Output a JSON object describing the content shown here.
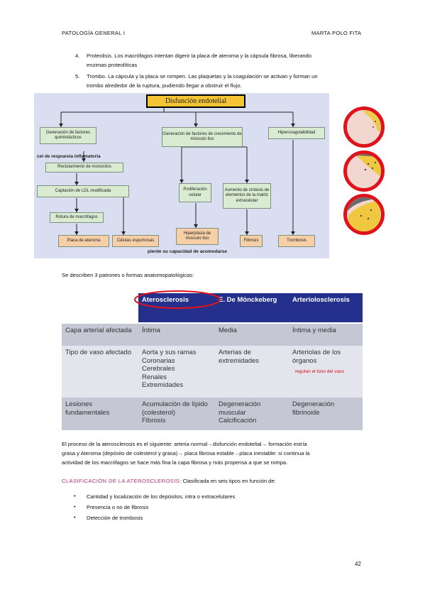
{
  "header": {
    "left": "PATOLOGÍA GENERAL I",
    "right": "MARTA POLO FITA"
  },
  "list": [
    {
      "num": "4.",
      "line1": "Proteolisis. Los macrófagos intentan digerir la placa de ateroma y la cápsula fibrosa, liberando",
      "line2": "enzimas proteolíticas"
    },
    {
      "num": "5.",
      "line1": "Trombo. La cápsula y la placa se rompen. Las plaquetas y la coagulación se activan y forman un",
      "line2": "trombo alrededor de la ruptura, pudiendo llegar a obstruir el flujo."
    }
  ],
  "flowchart": {
    "title": "Disfunción endotelial",
    "boxes": {
      "gen_quimio": "Generación de factores quimiotácticos",
      "gen_crec": "Generación de factores de crecimiento de músculo liso",
      "hipercoag": "Hipercoagulabilidad",
      "reclut": "Reclutamiento de monocitos",
      "capt_ldl": "Captación de LDL modificada",
      "prolif": "Proliferación celular",
      "aumento": "Aumento de síntesis de elementos de la matriz extracelular",
      "rotura": "Rotura de macrófagos",
      "placa": "Placa de ateroma",
      "celulas": "Células espumosas",
      "hiperplasia": "Hiperplasia de músculo liso",
      "fibrosis": "Fibrosis",
      "trombosis": "Trombosis"
    },
    "note_inflam": "cel de respuesta inflamatoria",
    "note_bottom": "pierde su capacidad de acomodarse"
  },
  "intro_table": "Se describen 3 patrones o formas anatomopatológicas:",
  "table": {
    "headers": [
      "Aterosclerosis",
      "E. De Mönckeberg",
      "Arteriolosclerosis"
    ],
    "rows": [
      {
        "label": "Capa arterial afectada",
        "cells": [
          "Íntima",
          "Media",
          "Íntima y media"
        ]
      },
      {
        "label": "Tipo de vaso afectado",
        "cells": [
          "Aorta y sus ramas\nCoronarias\nCerebrales\nRenales\nExtremidades",
          "Arterias de extremidades",
          "Arteriolas de los órganos"
        ],
        "note": "regulan el tono del vaso"
      },
      {
        "label": "Lesiones fundamentales",
        "cells": [
          "Acumulación de lípido (colesterol)\nFibrosis",
          "Degeneración muscular\nCalcificación",
          "Degeneración fibrinoide"
        ]
      }
    ]
  },
  "paragraph": {
    "line1": "El proceso de la aterosclerosis es el siguiente: arteria normal→disfunción endotelial→ formación estría",
    "line2": "grasa y Ateroma (depósito de colesterol y grasa)→ placa fibrosa estable→placa inestable: si continua la",
    "line3": "actividad de los macrófagos se hace más fina la capa fibrosa y más propensa a que se rompa."
  },
  "classification": {
    "heading": "CLASIFICACIÓN DE LA ATEROSCLEROSIS",
    "rest": ": Clasificada en seis tipos en función de:",
    "items": [
      "Cantidad y localización de los depósitos, intra o extracelulares",
      "Presencia o no de fibrosis",
      "Detección de trombosis"
    ]
  },
  "colors": {
    "table_header": "#25308c",
    "heading_accent": "#b0316c",
    "circle_red": "#e0121b",
    "title_yellow": "#f3c433"
  },
  "page_number": "42"
}
